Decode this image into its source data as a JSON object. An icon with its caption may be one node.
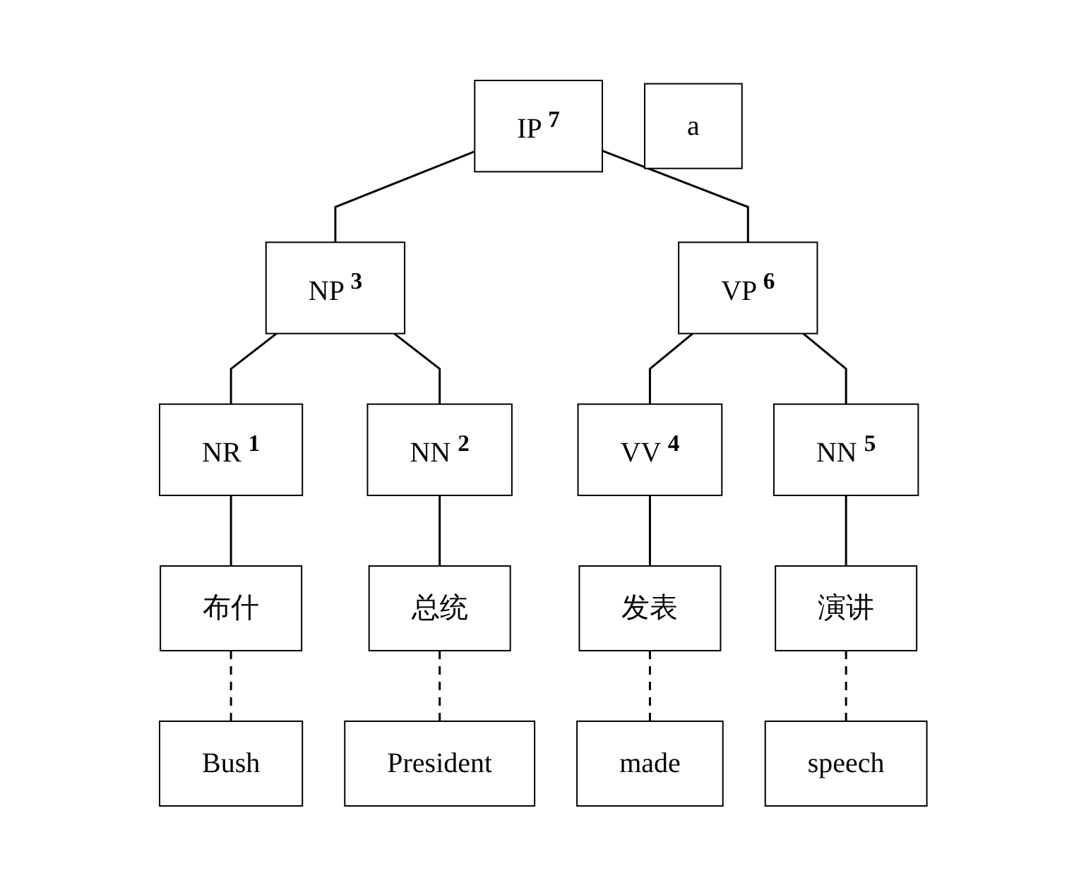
{
  "diagram": {
    "nodes": [
      {
        "text": [
          "IP",
          "7"
        ]
      },
      {
        "text": [
          "NP",
          "3"
        ]
      },
      {
        "text": [
          "VP",
          "6"
        ]
      },
      {
        "text": [
          "NR",
          "1"
        ]
      },
      {
        "text": [
          "NN",
          "2"
        ]
      },
      {
        "text": [
          "VV",
          "4"
        ]
      },
      {
        "text": [
          "NN",
          "5"
        ]
      },
      {
        "text": [
          "布什"
        ]
      },
      {
        "text": [
          "总统"
        ]
      },
      {
        "text": [
          "发表"
        ]
      },
      {
        "text": [
          "演讲"
        ]
      },
      {
        "text": [
          "President"
        ]
      },
      {
        "text": [
          "Bush"
        ]
      },
      {
        "text": [
          "made"
        ]
      },
      {
        "text": [
          "a"
        ]
      },
      {
        "text": [
          "speech"
        ]
      }
    ],
    "edges": [
      {
        "from": 0,
        "to": 1,
        "arrow": "none"
      },
      {
        "from": 0,
        "to": 2,
        "arrow": "none"
      },
      {
        "from": 1,
        "to": 3,
        "arrow": "none"
      },
      {
        "from": 1,
        "to": 4,
        "arrow": "none"
      },
      {
        "from": 2,
        "to": 5,
        "arrow": "none"
      },
      {
        "from": 2,
        "to": 6,
        "arrow": "none"
      },
      {
        "from": 3,
        "to": 7,
        "arrow": "none"
      },
      {
        "from": 4,
        "to": 8,
        "arrow": "none"
      },
      {
        "from": 5,
        "to": 9,
        "arrow": "none"
      },
      {
        "from": 6,
        "to": 10,
        "arrow": "none"
      },
      {
        "from": 7,
        "to": 12,
        "arrow": "none",
        "style": "dashed"
      },
      {
        "from": 8,
        "to": 11,
        "arrow": "none",
        "style": "dashed"
      },
      {
        "from": 9,
        "to": 13,
        "arrow": "none",
        "style": "dashed"
      },
      {
        "from": 10,
        "to": 15,
        "arrow": "none",
        "style": "dashed"
      }
    ]
  }
}
